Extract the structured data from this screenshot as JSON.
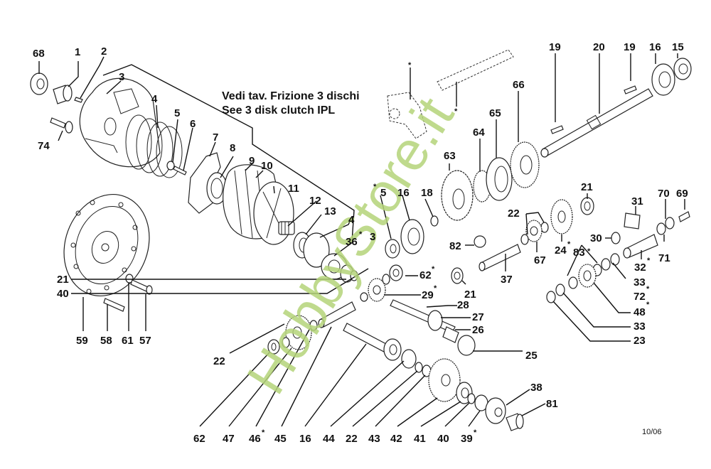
{
  "diagram": {
    "title_note": {
      "line1": "Vedi tav. Frizione 3 dischi",
      "line2": "See 3 disk clutch IPL"
    },
    "watermark": "HobbyStore.it",
    "revision": "10/06",
    "asterisk": "*",
    "colors": {
      "watermark": "#b5d47a",
      "ink": "#111111"
    },
    "labels": {
      "p68": "68",
      "p1": "1",
      "p2": "2",
      "p3": "3",
      "p74": "74",
      "p4": "4",
      "p5": "5",
      "p6": "6",
      "p7": "7",
      "p8": "8",
      "p9": "9",
      "p10": "10",
      "p11": "11",
      "p12": "12",
      "p13": "13",
      "p14": "4",
      "p36": "36",
      "p3b": "3",
      "p15b": "5",
      "p16b": "16",
      "p18": "18",
      "p63": "63",
      "p64": "64",
      "p65": "65",
      "p66": "66",
      "p19a": "19",
      "p20": "20",
      "p19b": "19",
      "p16": "16",
      "p15": "15",
      "p21a": "21",
      "p22a": "22",
      "p24": "24",
      "p67": "67",
      "p37": "37",
      "p82": "82",
      "p31": "31",
      "p70": "70",
      "p69": "69",
      "p30": "30",
      "p71": "71",
      "p32": "32",
      "p83": "83",
      "p33a": "33",
      "p72": "72",
      "p48": "48",
      "p33b": "33",
      "p23": "23",
      "p21b": "21",
      "p40a": "40",
      "p62a": "62",
      "p29": "29",
      "p21c": "21",
      "p28": "28",
      "p27": "27",
      "p26": "26",
      "p25": "25",
      "p22b": "22",
      "p59": "59",
      "p58": "58",
      "p61": "61",
      "p57": "57",
      "b62": "62",
      "b47": "47",
      "b46": "46",
      "b45": "45",
      "b16": "16",
      "b44": "44",
      "b22": "22",
      "b43": "43",
      "b42": "42",
      "b41": "41",
      "b40": "40",
      "b39": "39",
      "p38": "38",
      "p81": "81"
    }
  }
}
